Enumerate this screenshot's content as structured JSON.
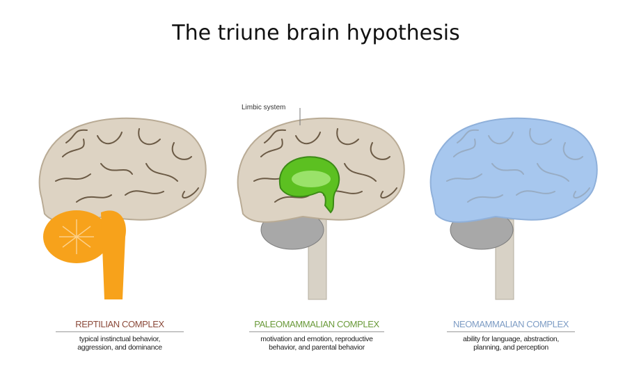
{
  "title": "The triune brain hypothesis",
  "limbic_label": "Limbic system",
  "sections": [
    {
      "heading": "REPTILIAN COMPLEX",
      "desc_line1": "typical instinctual behavior,",
      "desc_line2": "aggression, and dominance",
      "color": "#8b4a3a",
      "highlight": "#f7a21b"
    },
    {
      "heading": "PALEOMAMMALIAN COMPLEX",
      "desc_line1": "motivation and emotion, reproductive",
      "desc_line2": "behavior, and parental behavior",
      "color": "#6a9a3a",
      "highlight": "#5cc021"
    },
    {
      "heading": "NEOMAMMALIAN COMPLEX",
      "desc_line1": "ability for language, abstraction,",
      "desc_line2": "planning, and perception",
      "color": "#7d9cc4",
      "highlight": "#a7c7ee"
    }
  ]
}
